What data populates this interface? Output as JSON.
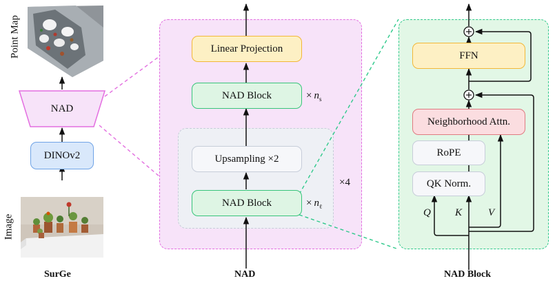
{
  "surge": {
    "caption": "SurGe",
    "point_map_label": "Point Map",
    "image_label": "Image",
    "nad_label": "NAD",
    "dinov2_label": "DINOv2"
  },
  "nad": {
    "caption": "NAD",
    "linear_projection": "Linear Projection",
    "nad_block_top": "NAD Block",
    "upsampling": "Upsampling ×2",
    "nad_block_bottom": "NAD Block",
    "multiplier_top_base": "×",
    "multiplier_top_var": "n",
    "multiplier_top_sub": "s",
    "multiplier_bottom_base": "×",
    "multiplier_bottom_var": "n",
    "multiplier_bottom_sub": "ℓ",
    "repeat_label": "×4"
  },
  "nad_block": {
    "caption": "NAD Block",
    "ffn": "FFN",
    "neighborhood_attn": "Neighborhood Attn.",
    "rope": "RoPE",
    "qk_norm": "QK Norm.",
    "q_label": "Q",
    "k_label": "K",
    "v_label": "V",
    "add_symbol": "+"
  },
  "colors": {
    "magenta_dash": "#e36ee0",
    "green_dash": "#2fc98b",
    "nad_panel_fill": "#f7e3f9",
    "block_panel_fill": "#e2f7e6",
    "inner_panel_fill": "#eef0f5",
    "yellow_fill": "#fdf0c4",
    "yellow_stroke": "#f2b737",
    "green_fill": "#def5e4",
    "green_stroke": "#37c47a",
    "blue_fill": "#d9e8fb",
    "blue_stroke": "#6fa3e6",
    "pink_fill": "#fbdde0",
    "pink_stroke": "#e07a80",
    "grey_stroke": "#c7cdd9"
  }
}
